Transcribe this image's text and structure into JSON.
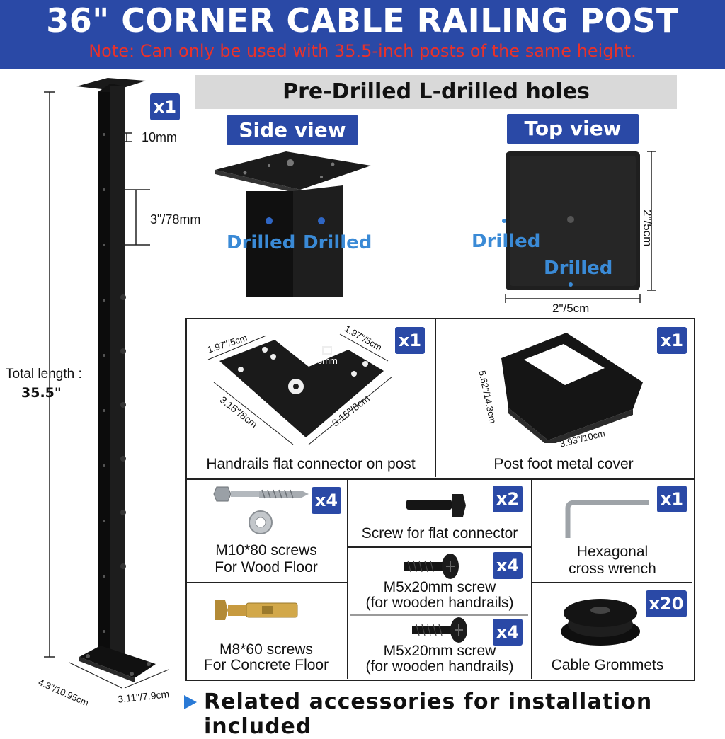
{
  "header": {
    "title": "36\" CORNER CABLE RAILING POST",
    "note": "Note: Can only be used with 35.5-inch posts of the same height."
  },
  "post": {
    "qty": "x1",
    "hole_size": "10mm",
    "hole_spacing": "3\"/78mm",
    "total_length_label": "Total length :",
    "total_length_value": "35.5\"",
    "base_depth": "4.3\"/10.95cm",
    "base_width": "3.11\"/7.9cm"
  },
  "predrilled": {
    "heading": "Pre-Drilled L-drilled holes",
    "side_view_label": "Side view",
    "top_view_label": "Top view",
    "drilled_label": "Drilled",
    "top_height": "2\"/5cm",
    "top_width": "2\"/5cm"
  },
  "connector": {
    "qty": "x1",
    "dim_a": "1.97\"/5cm",
    "dim_b": "1.97\"/5cm",
    "dim_c": "3.15\"/8cm",
    "dim_d": "3.15\"/8cm",
    "hole": "6mm",
    "caption": "Handrails flat connector on post"
  },
  "cover": {
    "qty": "x1",
    "dim_h": "5.62\"/14.3cm",
    "dim_w": "3.93\"/10cm",
    "caption": "Post foot metal cover"
  },
  "parts": {
    "wood_screws": {
      "qty": "x4",
      "line1": "M10*80 screws",
      "line2": "For Wood Floor"
    },
    "flat_screw": {
      "qty": "x2",
      "caption": "Screw for flat connector"
    },
    "wrench": {
      "qty": "x1",
      "line1": "Hexagonal",
      "line2": "cross wrench"
    },
    "m5_a": {
      "qty": "x4",
      "line1": "M5x20mm screw",
      "line2": "(for wooden handrails)"
    },
    "concrete_screws": {
      "line1": "M8*60 screws",
      "line2": "For Concrete  Floor"
    },
    "m5_b": {
      "qty": "x4",
      "line1": "M5x20mm screw",
      "line2": "(for wooden handrails)"
    },
    "grommets": {
      "qty": "x20",
      "caption": "Cable Grommets"
    }
  },
  "footer": {
    "text": "Related accessories for installation included"
  },
  "colors": {
    "brand_blue": "#2a49a6",
    "note_red": "#e8322b",
    "drilled_blue": "#3a8ad6"
  }
}
